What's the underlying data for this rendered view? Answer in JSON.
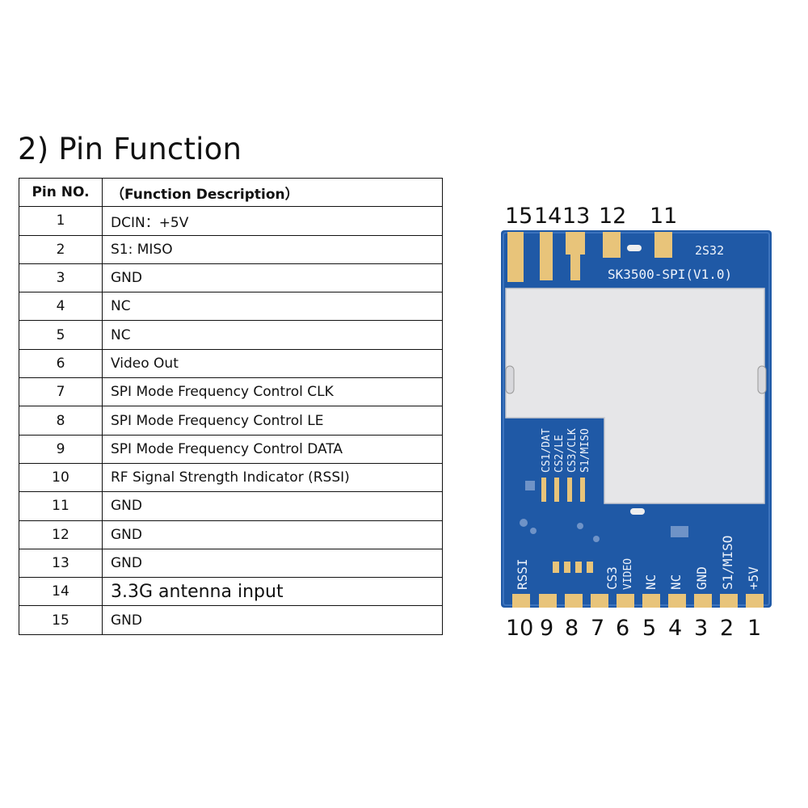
{
  "title": "2) Pin Function",
  "table": {
    "headers": [
      "Pin NO.",
      "（Function Description）"
    ],
    "rows": [
      {
        "no": "1",
        "desc": "DCIN：+5V"
      },
      {
        "no": "2",
        "desc": "S1: MISO"
      },
      {
        "no": "3",
        "desc": "GND"
      },
      {
        "no": "4",
        "desc": "NC"
      },
      {
        "no": "5",
        "desc": "NC"
      },
      {
        "no": "6",
        "desc": "Video Out"
      },
      {
        "no": "7",
        "desc": "SPI Mode Frequency Control CLK"
      },
      {
        "no": "8",
        "desc": "SPI Mode Frequency Control LE"
      },
      {
        "no": "9",
        "desc": "SPI Mode Frequency Control DATA"
      },
      {
        "no": "10",
        "desc": "RF Signal Strength Indicator (RSSI)"
      },
      {
        "no": "11",
        "desc": "GND"
      },
      {
        "no": "12",
        "desc": "GND"
      },
      {
        "no": "13",
        "desc": "GND"
      },
      {
        "no": "14",
        "desc": "3.3G antenna input"
      },
      {
        "no": "15",
        "desc": "GND"
      }
    ]
  },
  "board": {
    "model": "SK3500-SPI(V1.0)",
    "code": "2S32",
    "top_pin_labels": [
      "15",
      "14",
      "13",
      "12",
      "11"
    ],
    "bottom_pin_labels": [
      "10",
      "9",
      "8",
      "7",
      "6",
      "5",
      "4",
      "3",
      "2",
      "1"
    ],
    "silkscreen_bottom": [
      "RSSI",
      "CS3",
      "VIDEO",
      "NC",
      "NC",
      "GND",
      "S1/MISO",
      "+5V"
    ],
    "silkscreen_side": [
      "CS1/DAT",
      "CS2/LE",
      "CS3/CLK",
      "S1/MISO"
    ],
    "colors": {
      "pcb": "#1f59a6",
      "shield": "#e6e6e8",
      "pad": "#e8c47a",
      "silk": "#eef3fb"
    }
  }
}
